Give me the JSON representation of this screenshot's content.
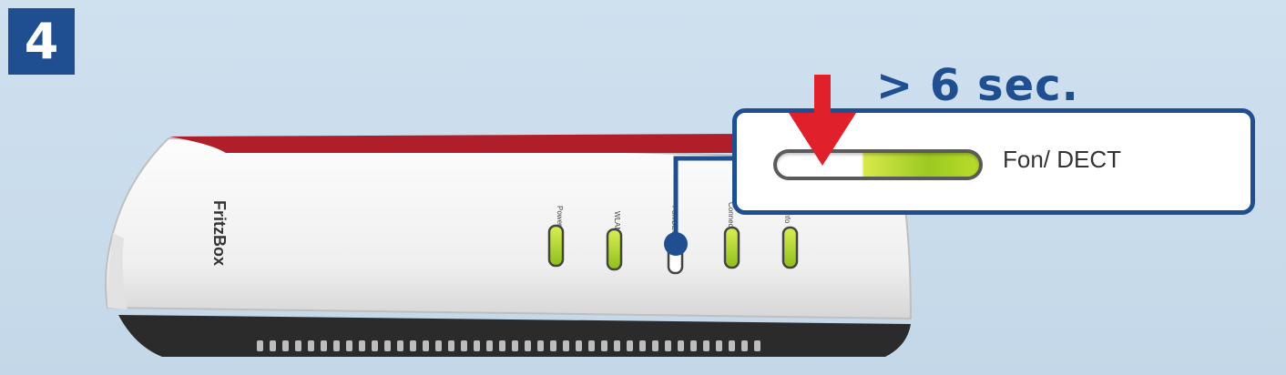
{
  "step": {
    "number": "4"
  },
  "instruction": {
    "duration": "> 6 sec."
  },
  "callout": {
    "led_label": "Fon/ DECT"
  },
  "device": {
    "brand": "FritzBox",
    "led_labels": [
      "Power/DSL",
      "WLAN",
      "Fon/DECT",
      "Connect/WPS",
      "Info"
    ]
  },
  "colors": {
    "badge": "#1f4f91",
    "arrow": "#e0202a",
    "stripe": "#b01e2a",
    "led_green": "#a8d428",
    "background": "#cadcec"
  },
  "icons": {
    "press": "arrow-down-icon"
  }
}
